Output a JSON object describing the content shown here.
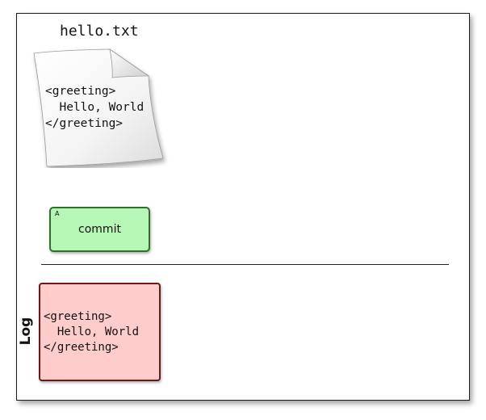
{
  "file": {
    "name": "hello.txt",
    "content": "<greeting>\n  Hello, World\n</greeting>"
  },
  "commit": {
    "id": "A",
    "label": "commit",
    "fill_color": "#b6f7b6",
    "border_color": "#2f6e2f"
  },
  "log": {
    "label": "Log",
    "content": "<greeting>\n  Hello, World\n</greeting>",
    "fill_color": "#ffcccc",
    "border_color": "#6b1a1a"
  }
}
